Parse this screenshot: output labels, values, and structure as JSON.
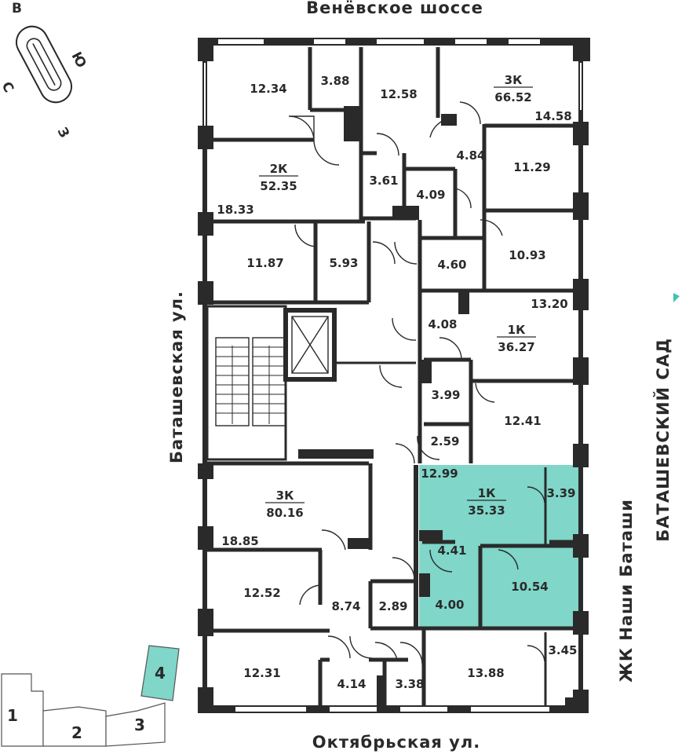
{
  "streets": {
    "top": "Венёвское шоссе",
    "bottom": "Октябрьская ул.",
    "left": "Баташевская ул.",
    "right_inner": "ЖК Наши Баташи",
    "right_outer": "БАТАШЕВСКИЙ САД"
  },
  "compass": {
    "north": "Ю",
    "south": "С",
    "east": "В",
    "west": "З"
  },
  "apartments": [
    {
      "type": "2К",
      "area": "52.35"
    },
    {
      "type": "3К",
      "area": "66.52"
    },
    {
      "type": "1К",
      "area": "36.27"
    },
    {
      "type": "3К",
      "area": "80.16"
    },
    {
      "type": "1К",
      "area": "35.33",
      "highlighted": true
    }
  ],
  "rooms": [
    "12.34",
    "3.88",
    "18.33",
    "11.87",
    "5.93",
    "12.58",
    "3.61",
    "4.09",
    "14.58",
    "4.84",
    "11.29",
    "10.93",
    "4.60",
    "13.20",
    "4.08",
    "3.99",
    "12.41",
    "2.59",
    "12.99",
    "3.39",
    "4.41",
    "4.00",
    "10.54",
    "18.85",
    "12.52",
    "8.74",
    "2.89",
    "12.31",
    "4.14",
    "3.38",
    "13.88",
    "3.45"
  ],
  "buildings": [
    "1",
    "2",
    "3",
    "4"
  ],
  "active_building": "4",
  "colors": {
    "highlight": "#7fd6c9",
    "wall": "#2a2a2a",
    "accent": "#3cc4b0"
  }
}
